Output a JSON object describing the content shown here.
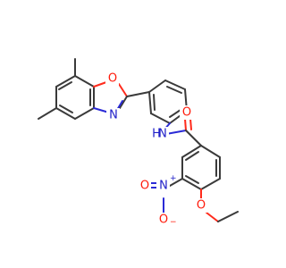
{
  "molecule": {
    "atoms": {
      "ring_o": "O",
      "ring_n": "N",
      "amide_n": "N",
      "amide_h": "H",
      "carbonyl_o": "O",
      "nitro_n": "N",
      "nitro_n_charge": "+",
      "nitro_o_down": "O",
      "nitro_o_down_charge": "−",
      "nitro_o_left": "O",
      "ether_o": "O"
    },
    "colors": {
      "bond": "#3a3a3a",
      "oxygen": "#ff1a0a",
      "nitrogen": "#1e1ec8"
    }
  }
}
